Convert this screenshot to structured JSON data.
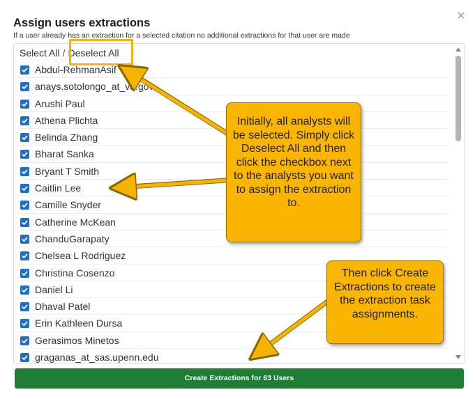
{
  "dialog": {
    "title": "Assign users extractions",
    "subtitle": "If a user already has an extraction for a selected citation no additional extractions for that user are made",
    "close_symbol": "×",
    "select_all_label": "Select All",
    "separator": "/",
    "deselect_all_label": "Deselect All",
    "create_button_label": "Create Extractions for 63 Users"
  },
  "users": [
    {
      "name": "Abdul-RehmanAsif",
      "checked": true
    },
    {
      "name": "anays.sotolongo_at_va.gov",
      "checked": true
    },
    {
      "name": "Arushi Paul",
      "checked": true
    },
    {
      "name": "Athena Plichta",
      "checked": true
    },
    {
      "name": "Belinda Zhang",
      "checked": true
    },
    {
      "name": "Bharat Sanka",
      "checked": true
    },
    {
      "name": "Bryant T Smith",
      "checked": true
    },
    {
      "name": "Caitlin Lee",
      "checked": true
    },
    {
      "name": "Camille Snyder",
      "checked": true
    },
    {
      "name": "Catherine McKean",
      "checked": true
    },
    {
      "name": "ChanduGarapaty",
      "checked": true
    },
    {
      "name": "Chelsea L Rodriguez",
      "checked": true
    },
    {
      "name": "Christina Cosenzo",
      "checked": true
    },
    {
      "name": "Daniel Li",
      "checked": true
    },
    {
      "name": "Dhaval Patel",
      "checked": true
    },
    {
      "name": "Erin Kathleen Dursa",
      "checked": true
    },
    {
      "name": "Gerasimos Minetos",
      "checked": true
    },
    {
      "name": "graganas_at_sas.upenn.edu",
      "checked": true
    }
  ],
  "annotations": {
    "callout1": "Initially, all analysts will be selected. Simply click Deselect All and then click the checkbox next to the analysts you want to assign the extraction to.",
    "callout2": "Then click Create Extractions to create the extraction task assignments.",
    "color": "#f9b500"
  },
  "colors": {
    "checkbox": "#1a6fd1",
    "create_button": "#1e7e34",
    "highlight": "#f5b400"
  }
}
